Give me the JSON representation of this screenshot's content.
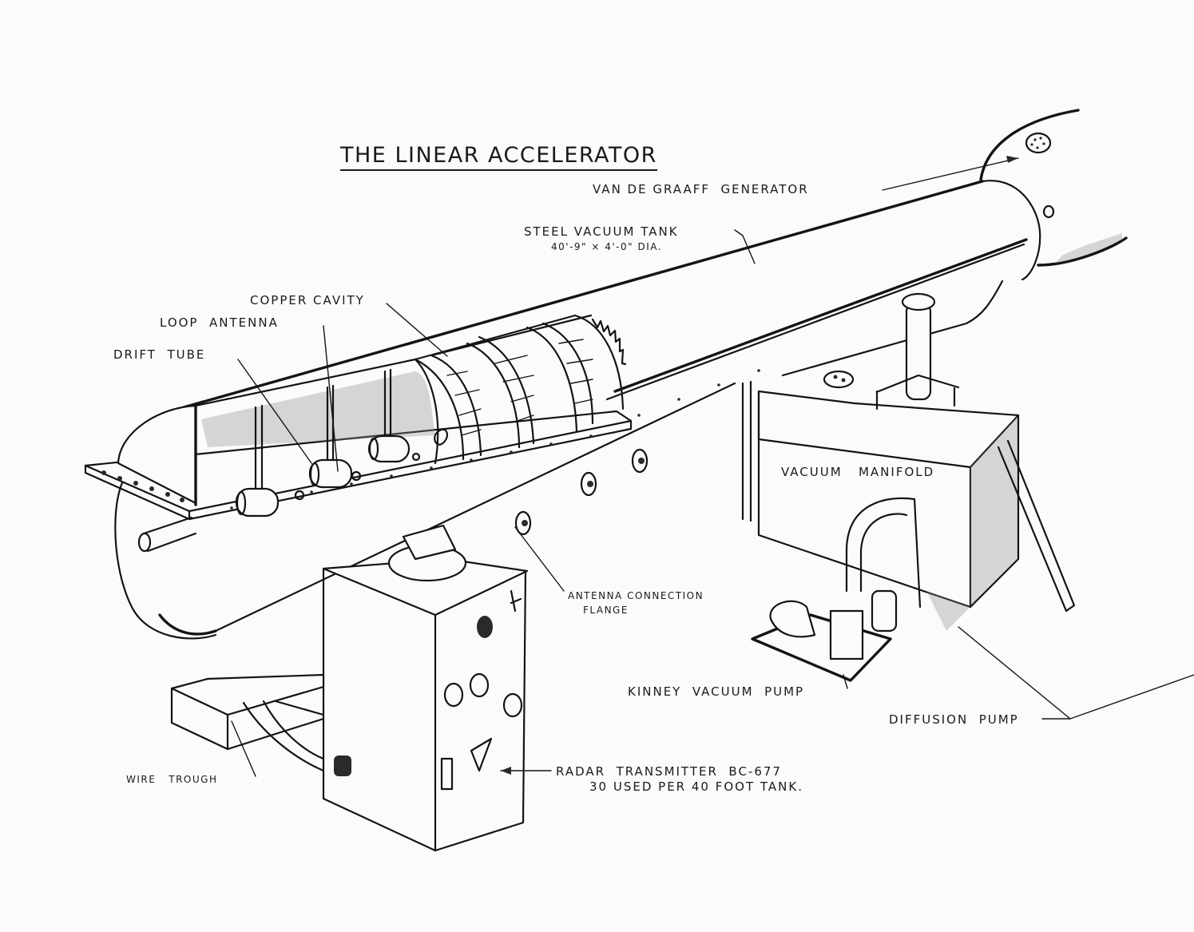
{
  "title": "THE LINEAR ACCELERATOR",
  "labels": {
    "van_de_graaff": "VAN DE GRAAFF  GENERATOR",
    "tank": "STEEL VACUUM TANK",
    "tank_dims": "40'-9\" × 4'-0\" DIA.",
    "copper_cavity": "COPPER CAVITY",
    "loop_antenna": "LOOP  ANTENNA",
    "drift_tube": "DRIFT  TUBE",
    "vacuum_manifold": "VACUUM   MANIFOLD",
    "antenna_flange_1": "ANTENNA CONNECTION",
    "antenna_flange_2": "FLANGE",
    "kinney_pump": "KINNEY  VACUUM  PUMP",
    "diffusion_pump": "DIFFUSION  PUMP",
    "wire_trough": "WIRE   TROUGH",
    "radar_1": "RADAR  TRANSMITTER  BC-677",
    "radar_2": "30 USED PER 40 FOOT TANK."
  },
  "components": [
    "van-de-graaff-generator",
    "steel-vacuum-tank",
    "copper-cavity",
    "loop-antenna",
    "drift-tube",
    "vacuum-manifold",
    "antenna-connection-flange",
    "kinney-vacuum-pump",
    "diffusion-pump",
    "wire-trough",
    "radar-transmitter"
  ]
}
